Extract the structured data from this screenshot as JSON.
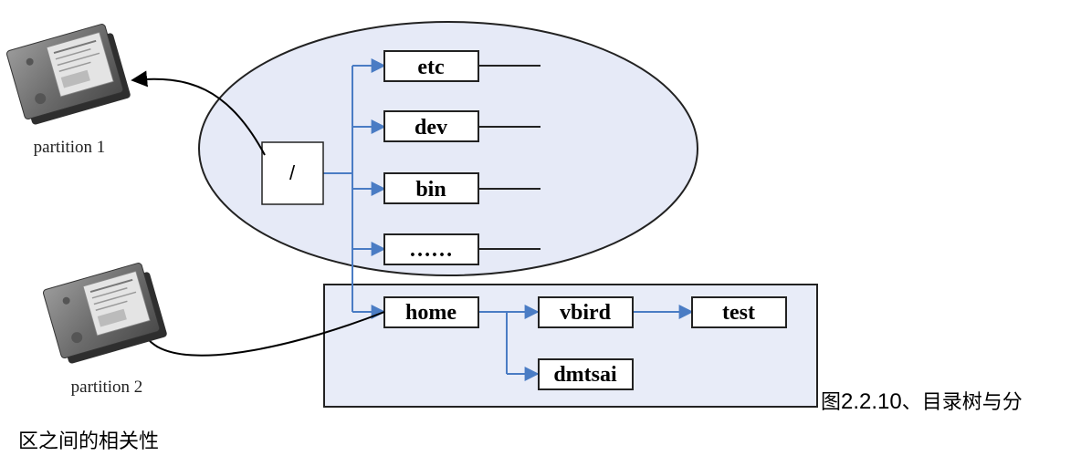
{
  "nodes": {
    "root": "/",
    "etc": "etc",
    "dev": "dev",
    "bin": "bin",
    "more": "……",
    "home": "home",
    "vbird": "vbird",
    "test": "test",
    "dmtsai": "dmtsai"
  },
  "partitions": {
    "p1": "partition 1",
    "p2": "partition 2"
  },
  "caption": {
    "prefix": "图",
    "number": "2.2.10",
    "text_line1": "、目录树与分",
    "text_line2": "区之间的相关性"
  },
  "colors": {
    "ellipse_fill": "#e6eaf7",
    "box_fill": "#e8ecf8",
    "arrow_blue": "#4a7cc4"
  }
}
